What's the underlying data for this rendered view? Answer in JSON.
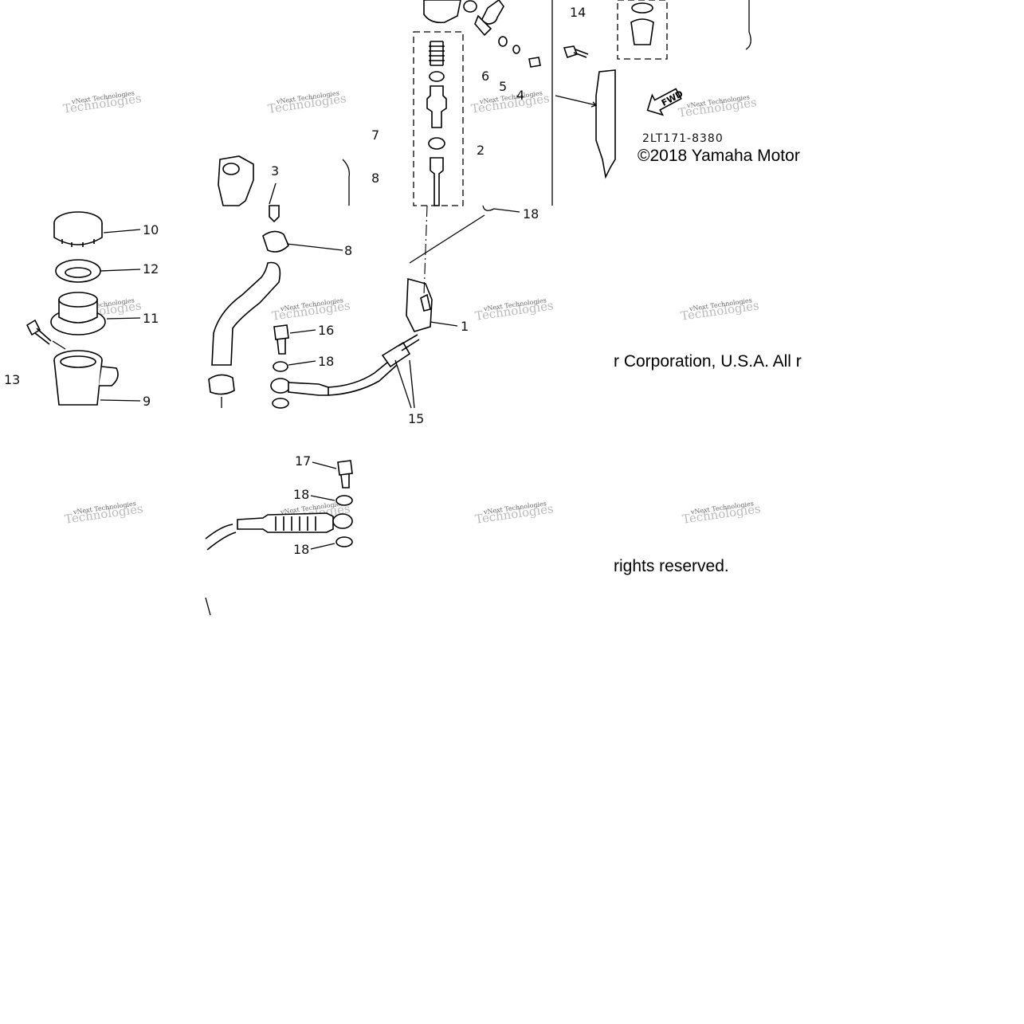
{
  "diagram": {
    "part_code": "2LT171-8380",
    "fwd_label": "FWD",
    "copyright": {
      "line1": "©2018 Yamaha Motor",
      "line2": "r Corporation, U.S.A. All r",
      "line3": "rights reserved."
    },
    "watermark": {
      "text": "vNext Technologies",
      "ghost": "Technologies"
    },
    "callouts": {
      "c14": "14",
      "c6": "6",
      "c5": "5",
      "c4": "4",
      "c7": "7",
      "c2": "2",
      "c8a": "8",
      "c3": "3",
      "c18a": "18",
      "c10": "10",
      "c8b": "8",
      "c12": "12",
      "c11": "11",
      "c13": "13",
      "c16": "16",
      "c1": "1",
      "c18b": "18",
      "c9": "9",
      "c15": "15",
      "c17": "17",
      "c18c": "18",
      "c18d": "18"
    }
  }
}
